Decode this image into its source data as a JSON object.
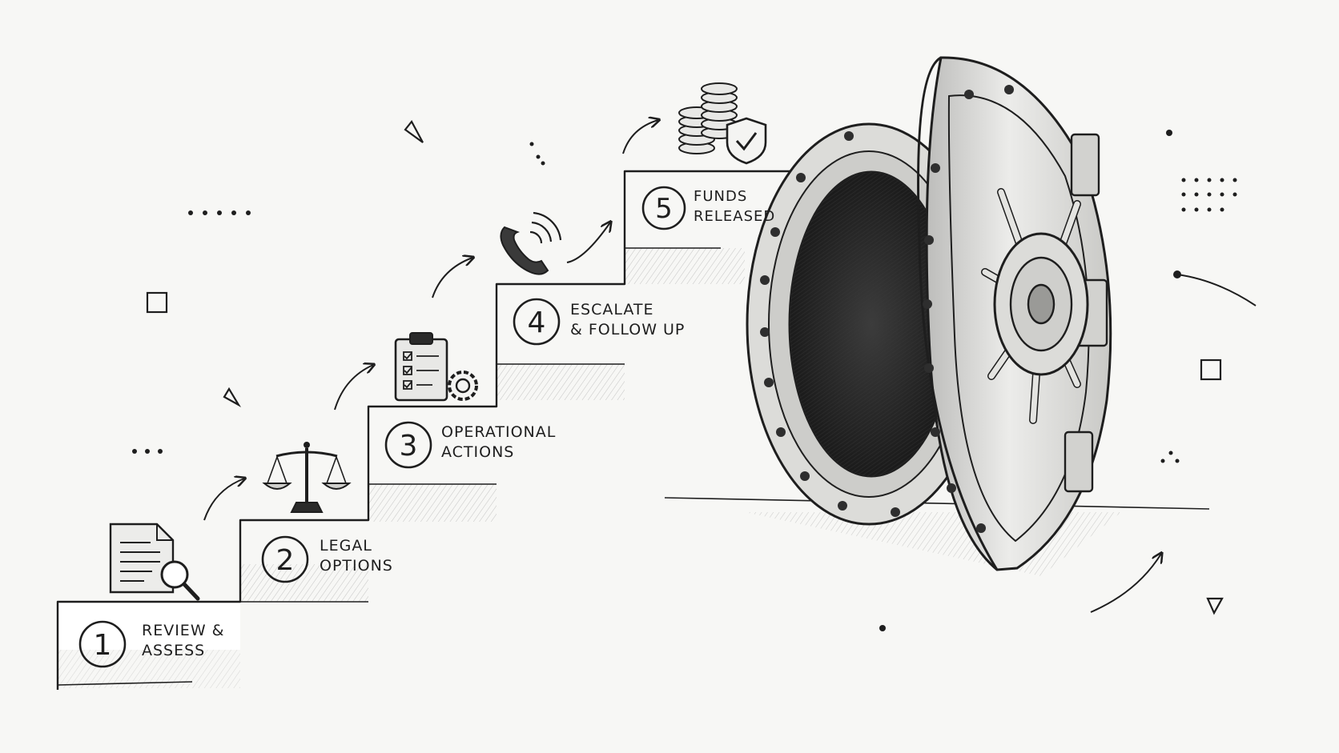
{
  "steps": [
    {
      "number": "1",
      "line1": "REVIEW &",
      "line2": "ASSESS",
      "icon": "document-magnifier-icon"
    },
    {
      "number": "2",
      "line1": "LEGAL",
      "line2": "OPTIONS",
      "icon": "scales-of-justice-icon"
    },
    {
      "number": "3",
      "line1": "OPERATIONAL",
      "line2": "ACTIONS",
      "icon": "clipboard-gear-icon"
    },
    {
      "number": "4",
      "line1": "ESCALATE",
      "line2": "& FOLLOW UP",
      "icon": "phone-ringing-icon"
    },
    {
      "number": "5",
      "line1": "FUNDS",
      "line2": "RELEASED",
      "icon": "coins-shield-icon"
    }
  ],
  "illustration": {
    "subject": "open-vault-door",
    "style": "pencil-sketch"
  },
  "colors": {
    "ink": "#1e1e1e",
    "paper": "#f7f7f5",
    "metal": "#d9d9d6",
    "shadow": "#2a2a2a"
  }
}
